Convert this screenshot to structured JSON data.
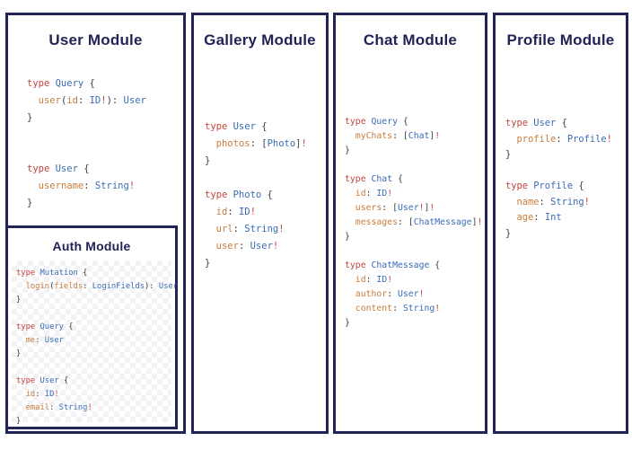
{
  "colors": {
    "panel_border": "#232456",
    "title_text": "#232456",
    "code_keyword": "#c2443e",
    "code_typename": "#3a6cb4",
    "code_field": "#c87d3d",
    "code_punctuation": "#3f4045",
    "code_exclamation": "#c2443e"
  },
  "panels": {
    "user": {
      "title": "User Module",
      "code": [
        [
          {
            "t": "type ",
            "c": "kw"
          },
          {
            "t": "Query ",
            "c": "ty"
          },
          {
            "t": "{",
            "c": "pn"
          }
        ],
        [
          {
            "t": "  ",
            "c": "pn"
          },
          {
            "t": "user",
            "c": "fl"
          },
          {
            "t": "(",
            "c": "pn"
          },
          {
            "t": "id",
            "c": "fl"
          },
          {
            "t": ": ",
            "c": "pn"
          },
          {
            "t": "ID",
            "c": "ty"
          },
          {
            "t": "!",
            "c": "ex"
          },
          {
            "t": "): ",
            "c": "pn"
          },
          {
            "t": "User",
            "c": "ty"
          }
        ],
        [
          {
            "t": "}",
            "c": "pn"
          }
        ],
        [],
        [],
        [
          {
            "t": "type ",
            "c": "kw"
          },
          {
            "t": "User ",
            "c": "ty"
          },
          {
            "t": "{",
            "c": "pn"
          }
        ],
        [
          {
            "t": "  ",
            "c": "pn"
          },
          {
            "t": "username",
            "c": "fl"
          },
          {
            "t": ": ",
            "c": "pn"
          },
          {
            "t": "String",
            "c": "ty"
          },
          {
            "t": "!",
            "c": "ex"
          }
        ],
        [
          {
            "t": "}",
            "c": "pn"
          }
        ]
      ]
    },
    "auth": {
      "title": "Auth Module",
      "code": [
        [
          {
            "t": "type ",
            "c": "kw"
          },
          {
            "t": "Mutation ",
            "c": "ty"
          },
          {
            "t": "{",
            "c": "pn"
          }
        ],
        [
          {
            "t": "  ",
            "c": "pn"
          },
          {
            "t": "login",
            "c": "fl"
          },
          {
            "t": "(",
            "c": "pn"
          },
          {
            "t": "fields",
            "c": "fl"
          },
          {
            "t": ": ",
            "c": "pn"
          },
          {
            "t": "LoginFields",
            "c": "ty"
          },
          {
            "t": "): ",
            "c": "pn"
          },
          {
            "t": "User",
            "c": "ty"
          }
        ],
        [
          {
            "t": "}",
            "c": "pn"
          }
        ],
        [],
        [
          {
            "t": "type ",
            "c": "kw"
          },
          {
            "t": "Query ",
            "c": "ty"
          },
          {
            "t": "{",
            "c": "pn"
          }
        ],
        [
          {
            "t": "  ",
            "c": "pn"
          },
          {
            "t": "me",
            "c": "fl"
          },
          {
            "t": ": ",
            "c": "pn"
          },
          {
            "t": "User",
            "c": "ty"
          }
        ],
        [
          {
            "t": "}",
            "c": "pn"
          }
        ],
        [],
        [
          {
            "t": "type ",
            "c": "kw"
          },
          {
            "t": "User ",
            "c": "ty"
          },
          {
            "t": "{",
            "c": "pn"
          }
        ],
        [
          {
            "t": "  ",
            "c": "pn"
          },
          {
            "t": "id",
            "c": "fl"
          },
          {
            "t": ": ",
            "c": "pn"
          },
          {
            "t": "ID",
            "c": "ty"
          },
          {
            "t": "!",
            "c": "ex"
          }
        ],
        [
          {
            "t": "  ",
            "c": "pn"
          },
          {
            "t": "email",
            "c": "fl"
          },
          {
            "t": ": ",
            "c": "pn"
          },
          {
            "t": "String",
            "c": "ty"
          },
          {
            "t": "!",
            "c": "ex"
          }
        ],
        [
          {
            "t": "}",
            "c": "pn"
          }
        ]
      ]
    },
    "gallery": {
      "title": "Gallery Module",
      "code": [
        [
          {
            "t": "type ",
            "c": "kw"
          },
          {
            "t": "User ",
            "c": "ty"
          },
          {
            "t": "{",
            "c": "pn"
          }
        ],
        [
          {
            "t": "  ",
            "c": "pn"
          },
          {
            "t": "photos",
            "c": "fl"
          },
          {
            "t": ": [",
            "c": "pn"
          },
          {
            "t": "Photo",
            "c": "ty"
          },
          {
            "t": "]",
            "c": "pn"
          },
          {
            "t": "!",
            "c": "ex"
          }
        ],
        [
          {
            "t": "}",
            "c": "pn"
          }
        ],
        [],
        [
          {
            "t": "type ",
            "c": "kw"
          },
          {
            "t": "Photo ",
            "c": "ty"
          },
          {
            "t": "{",
            "c": "pn"
          }
        ],
        [
          {
            "t": "  ",
            "c": "pn"
          },
          {
            "t": "id",
            "c": "fl"
          },
          {
            "t": ": ",
            "c": "pn"
          },
          {
            "t": "ID",
            "c": "ty"
          },
          {
            "t": "!",
            "c": "ex"
          }
        ],
        [
          {
            "t": "  ",
            "c": "pn"
          },
          {
            "t": "url",
            "c": "fl"
          },
          {
            "t": ": ",
            "c": "pn"
          },
          {
            "t": "String",
            "c": "ty"
          },
          {
            "t": "!",
            "c": "ex"
          }
        ],
        [
          {
            "t": "  ",
            "c": "pn"
          },
          {
            "t": "user",
            "c": "fl"
          },
          {
            "t": ": ",
            "c": "pn"
          },
          {
            "t": "User",
            "c": "ty"
          },
          {
            "t": "!",
            "c": "ex"
          }
        ],
        [
          {
            "t": "}",
            "c": "pn"
          }
        ]
      ]
    },
    "chat": {
      "title": "Chat Module",
      "code": [
        [
          {
            "t": "type ",
            "c": "kw"
          },
          {
            "t": "Query ",
            "c": "ty"
          },
          {
            "t": "{",
            "c": "pn"
          }
        ],
        [
          {
            "t": "  ",
            "c": "pn"
          },
          {
            "t": "myChats",
            "c": "fl"
          },
          {
            "t": ": [",
            "c": "pn"
          },
          {
            "t": "Chat",
            "c": "ty"
          },
          {
            "t": "]",
            "c": "pn"
          },
          {
            "t": "!",
            "c": "ex"
          }
        ],
        [
          {
            "t": "}",
            "c": "pn"
          }
        ],
        [],
        [
          {
            "t": "type ",
            "c": "kw"
          },
          {
            "t": "Chat ",
            "c": "ty"
          },
          {
            "t": "{",
            "c": "pn"
          }
        ],
        [
          {
            "t": "  ",
            "c": "pn"
          },
          {
            "t": "id",
            "c": "fl"
          },
          {
            "t": ": ",
            "c": "pn"
          },
          {
            "t": "ID",
            "c": "ty"
          },
          {
            "t": "!",
            "c": "ex"
          }
        ],
        [
          {
            "t": "  ",
            "c": "pn"
          },
          {
            "t": "users",
            "c": "fl"
          },
          {
            "t": ": [",
            "c": "pn"
          },
          {
            "t": "User",
            "c": "ty"
          },
          {
            "t": "!",
            "c": "ex"
          },
          {
            "t": "]",
            "c": "pn"
          },
          {
            "t": "!",
            "c": "ex"
          }
        ],
        [
          {
            "t": "  ",
            "c": "pn"
          },
          {
            "t": "messages",
            "c": "fl"
          },
          {
            "t": ": [",
            "c": "pn"
          },
          {
            "t": "ChatMessage",
            "c": "ty"
          },
          {
            "t": "]",
            "c": "pn"
          },
          {
            "t": "!",
            "c": "ex"
          }
        ],
        [
          {
            "t": "}",
            "c": "pn"
          }
        ],
        [],
        [
          {
            "t": "type ",
            "c": "kw"
          },
          {
            "t": "ChatMessage ",
            "c": "ty"
          },
          {
            "t": "{",
            "c": "pn"
          }
        ],
        [
          {
            "t": "  ",
            "c": "pn"
          },
          {
            "t": "id",
            "c": "fl"
          },
          {
            "t": ": ",
            "c": "pn"
          },
          {
            "t": "ID",
            "c": "ty"
          },
          {
            "t": "!",
            "c": "ex"
          }
        ],
        [
          {
            "t": "  ",
            "c": "pn"
          },
          {
            "t": "author",
            "c": "fl"
          },
          {
            "t": ": ",
            "c": "pn"
          },
          {
            "t": "User",
            "c": "ty"
          },
          {
            "t": "!",
            "c": "ex"
          }
        ],
        [
          {
            "t": "  ",
            "c": "pn"
          },
          {
            "t": "content",
            "c": "fl"
          },
          {
            "t": ": ",
            "c": "pn"
          },
          {
            "t": "String",
            "c": "ty"
          },
          {
            "t": "!",
            "c": "ex"
          }
        ],
        [
          {
            "t": "}",
            "c": "pn"
          }
        ]
      ]
    },
    "profile": {
      "title": "Profile Module",
      "code": [
        [
          {
            "t": "type ",
            "c": "kw"
          },
          {
            "t": "User ",
            "c": "ty"
          },
          {
            "t": "{",
            "c": "pn"
          }
        ],
        [
          {
            "t": "  ",
            "c": "pn"
          },
          {
            "t": "profile",
            "c": "fl"
          },
          {
            "t": ": ",
            "c": "pn"
          },
          {
            "t": "Profile",
            "c": "ty"
          },
          {
            "t": "!",
            "c": "ex"
          }
        ],
        [
          {
            "t": "}",
            "c": "pn"
          }
        ],
        [],
        [
          {
            "t": "type ",
            "c": "kw"
          },
          {
            "t": "Profile ",
            "c": "ty"
          },
          {
            "t": "{",
            "c": "pn"
          }
        ],
        [
          {
            "t": "  ",
            "c": "pn"
          },
          {
            "t": "name",
            "c": "fl"
          },
          {
            "t": ": ",
            "c": "pn"
          },
          {
            "t": "String",
            "c": "ty"
          },
          {
            "t": "!",
            "c": "ex"
          }
        ],
        [
          {
            "t": "  ",
            "c": "pn"
          },
          {
            "t": "age",
            "c": "fl"
          },
          {
            "t": ": ",
            "c": "pn"
          },
          {
            "t": "Int",
            "c": "ty"
          }
        ],
        [
          {
            "t": "}",
            "c": "pn"
          }
        ]
      ]
    }
  }
}
